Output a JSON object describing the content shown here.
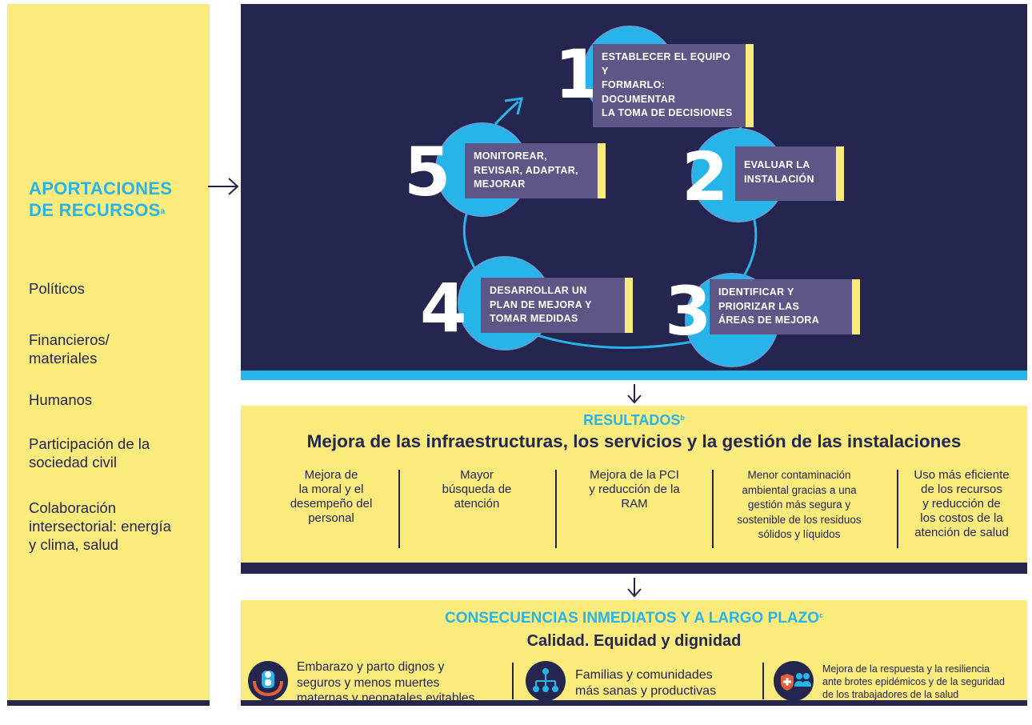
{
  "inputs": {
    "title_line1": "APORTACIONES",
    "title_line2": "DE RECURSOS",
    "title_note": "a",
    "items": [
      {
        "line1": "Políticos",
        "line2": ""
      },
      {
        "line1": "Financieros/",
        "line2": "materiales"
      },
      {
        "line1": "Humanos",
        "line2": ""
      },
      {
        "line1": "Participación de la",
        "line2": "sociedad civil"
      },
      {
        "line1": "Colaboración",
        "line2": "intersectorial: energía",
        "line3": "y clima, salud"
      }
    ]
  },
  "cycle": {
    "steps": [
      {
        "number": "1",
        "lines": [
          "ESTABLECER EL EQUIPO Y",
          "FORMARLO: DOCUMENTAR",
          "LA TOMA DE DECISIONES"
        ]
      },
      {
        "number": "2",
        "lines": [
          "EVALUAR LA",
          "INSTALACIÓN"
        ]
      },
      {
        "number": "3",
        "lines": [
          "IDENTIFICAR Y",
          "PRIORIZAR LAS",
          "ÁREAS DE MEJORA"
        ]
      },
      {
        "number": "4",
        "lines": [
          "DESARROLLAR UN",
          "PLAN DE MEJORA Y",
          "TOMAR MEDIDAS"
        ]
      },
      {
        "number": "5",
        "lines": [
          "MONITOREAR,",
          "REVISAR, ADAPTAR,",
          "MEJORAR"
        ]
      }
    ]
  },
  "results": {
    "title": "RESULTADOS",
    "title_note": "b",
    "subtitle": "Mejora de las infraestructuras, los servicios y la gestión de las instalaciones",
    "items": [
      {
        "lines": [
          "Mejora de",
          "la moral y el",
          "desempeño del",
          "personal"
        ]
      },
      {
        "lines": [
          "Mayor",
          "búsqueda de",
          "atención"
        ]
      },
      {
        "lines": [
          "Mejora de la PCI",
          "y reducción de la",
          "RAM"
        ]
      },
      {
        "lines": [
          "Menor contaminación",
          "ambiental gracias a una",
          "gestión más segura y",
          "sostenible de los residuos",
          "sólidos y líquidos"
        ]
      },
      {
        "lines": [
          "Uso más eficiente",
          "de los recursos",
          "y reducción de",
          "los costos de la",
          "atención de salud"
        ]
      }
    ]
  },
  "outcomes": {
    "title": "CONSECUENCIAS INMEDIATOS Y A LARGO PLAZO",
    "title_note": "c",
    "subtitle": "Calidad. Equidad y dignidad",
    "items": [
      {
        "icon": "mother-child-hands-icon",
        "lines": [
          "Embarazo y parto dignos y",
          "seguros y menos muertes",
          "maternas y neonatales evitables"
        ]
      },
      {
        "icon": "family-community-network-icon",
        "lines": [
          "Familias y comunidades",
          "más sanas y productivas"
        ]
      },
      {
        "icon": "health-workers-shield-icon",
        "lines": [
          "Mejora de la respuesta y la resiliencia",
          "ante brotes epidémicos y de la seguridad",
          "de los trabajadores de la salud"
        ]
      }
    ]
  },
  "colors": {
    "navy": "#24264f",
    "cyan": "#27b4e9",
    "yellow": "#fbeb7c",
    "step_box": "#5d5686"
  }
}
